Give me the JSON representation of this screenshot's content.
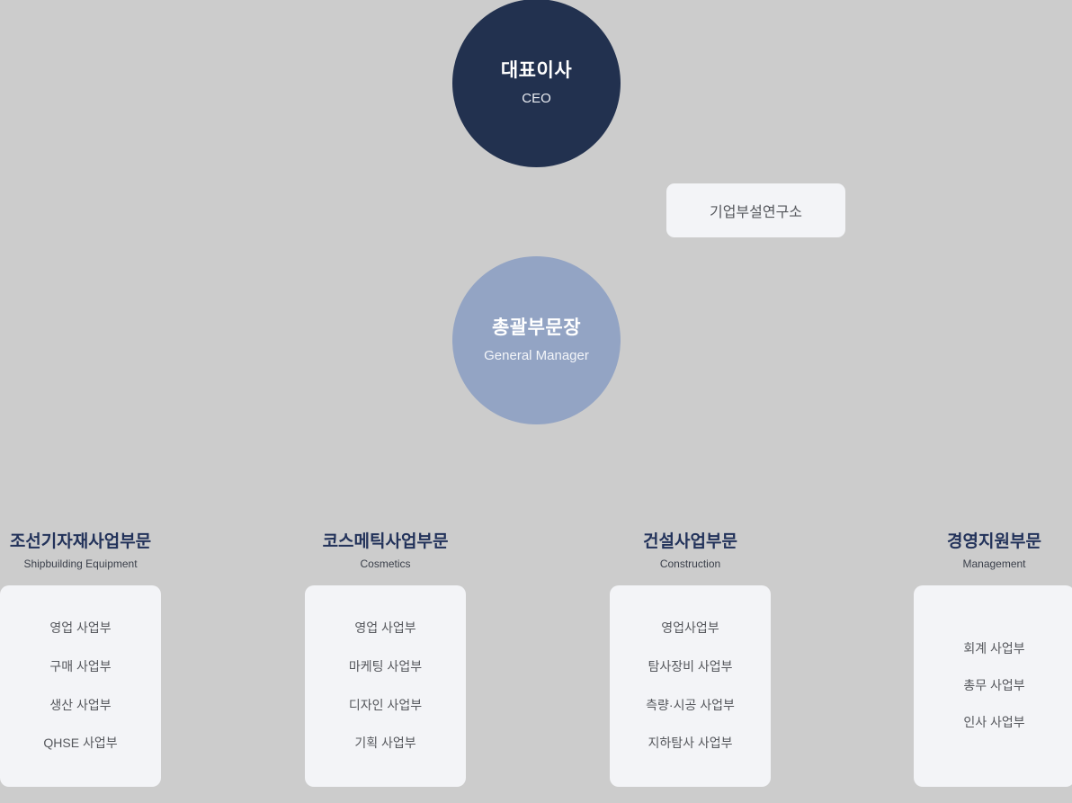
{
  "background_color": "#cccccc",
  "theme": {
    "primary_navy": "#22314f",
    "secondary_blue": "#93a4c4",
    "card_background": "#f3f4f7",
    "title_navy": "#22325a",
    "body_text": "#55575c"
  },
  "top": {
    "ceo": {
      "title_ko": "대표이사",
      "title_en": "CEO"
    },
    "research_lab": {
      "label": "기업부설연구소"
    },
    "general_manager": {
      "title_ko": "총괄부문장",
      "title_en": "General Manager"
    }
  },
  "divisions": [
    {
      "title_ko": "조선기자재사업부문",
      "title_en": "Shipbuilding Equipment",
      "departments": [
        "영업 사업부",
        "구매 사업부",
        "생산 사업부",
        "QHSE 사업부"
      ]
    },
    {
      "title_ko": "코스메틱사업부문",
      "title_en": "Cosmetics",
      "departments": [
        "영업 사업부",
        "마케팅 사업부",
        "디자인 사업부",
        "기획 사업부"
      ]
    },
    {
      "title_ko": "건설사업부문",
      "title_en": "Construction",
      "departments": [
        "영업사업부",
        "탐사장비 사업부",
        "측량·시공 사업부",
        "지하탐사 사업부"
      ]
    },
    {
      "title_ko": "경영지원부문",
      "title_en": "Management",
      "departments": [
        "회계 사업부",
        "총무 사업부",
        "인사 사업부"
      ]
    }
  ]
}
